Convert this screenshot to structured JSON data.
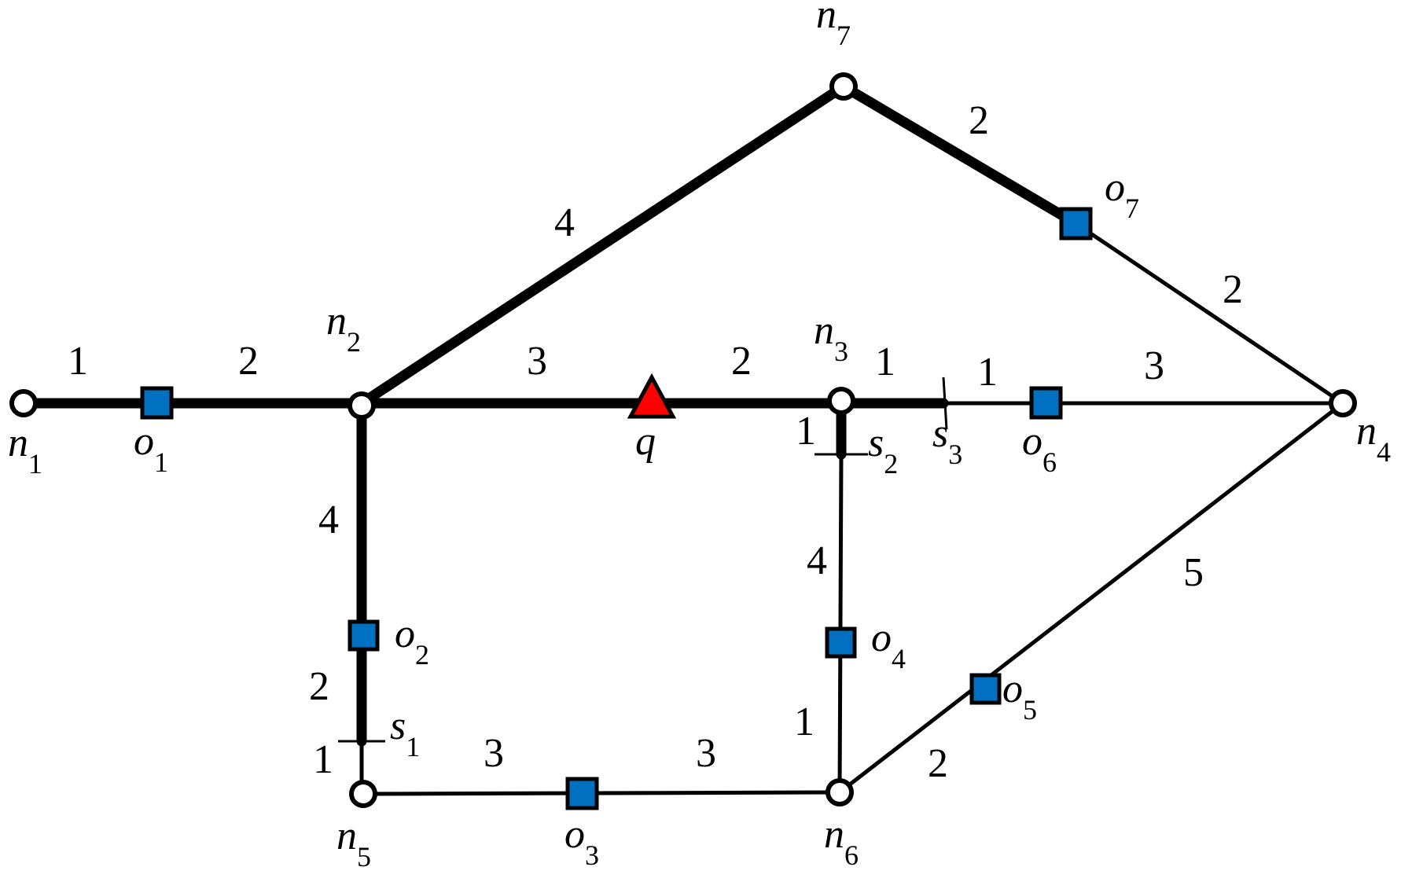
{
  "colors": {
    "line": "#000000",
    "node_fill": "#ffffff",
    "object_fill": "#0070c0",
    "query_fill": "#ff0000"
  },
  "nodes": {
    "n1": {
      "base": "n",
      "sub": "1"
    },
    "n2": {
      "base": "n",
      "sub": "2"
    },
    "n3": {
      "base": "n",
      "sub": "3"
    },
    "n4": {
      "base": "n",
      "sub": "4"
    },
    "n5": {
      "base": "n",
      "sub": "5"
    },
    "n6": {
      "base": "n",
      "sub": "6"
    },
    "n7": {
      "base": "n",
      "sub": "7"
    }
  },
  "objects": {
    "o1": {
      "base": "o",
      "sub": "1"
    },
    "o2": {
      "base": "o",
      "sub": "2"
    },
    "o3": {
      "base": "o",
      "sub": "3"
    },
    "o4": {
      "base": "o",
      "sub": "4"
    },
    "o5": {
      "base": "o",
      "sub": "5"
    },
    "o6": {
      "base": "o",
      "sub": "6"
    },
    "o7": {
      "base": "o",
      "sub": "7"
    }
  },
  "splits": {
    "s1": {
      "base": "s",
      "sub": "1"
    },
    "s2": {
      "base": "s",
      "sub": "2"
    },
    "s3": {
      "base": "s",
      "sub": "3"
    }
  },
  "query": {
    "label": "q"
  },
  "weights": {
    "n1_o1": "1",
    "o1_n2": "2",
    "n2_q": "3",
    "q_n3": "2",
    "n2_n7": "4",
    "n7_o7": "2",
    "o7_n4": "2",
    "n3_s3": "1",
    "s3_o6": "1",
    "o6_n4": "3",
    "n2_o2": "4",
    "o2_s1": "2",
    "s1_n5": "1",
    "n5_o3": "3",
    "o3_n6": "3",
    "n3_s2": "1",
    "s2_o4": "4",
    "o4_n6": "1",
    "n6_o5": "2",
    "o5_n4": "5"
  }
}
